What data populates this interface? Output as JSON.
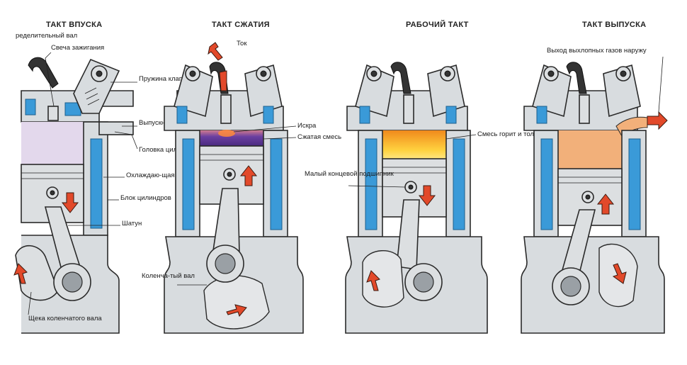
{
  "strokes": [
    {
      "title": "ТАКТ ВПУСКА",
      "mixture_color": "#e3d8ec",
      "labels": {
        "camshaft": "ределительный вал",
        "spark_plug": "Свеча зажигания",
        "valve_spring": "Пружина клапана",
        "exhaust_valve": "Выпускной клапан",
        "cylinder_head": "Головка цилиндра",
        "cooling_water": "Охлаждаю-щая вода",
        "cylinder_block": "Блок цилиндров",
        "connecting_rod": "Шатун",
        "crank_web": "Щека коленчатого вала"
      }
    },
    {
      "title": "ТАКТ СЖАТИЯ",
      "mixture_color": "#6a3fa0",
      "labels": {
        "current": "Ток",
        "spark": "Искра",
        "compressed_mixture": "Сжатая смесь",
        "crankshaft": "Коленча-тый вал"
      }
    },
    {
      "title": "РАБОЧИЙ ТАКТ",
      "mixture_color": "#f5a028",
      "labels": {
        "burning": "Смесь горит и толкает поршень вниз",
        "small_end_bearing": "Малый концевой подшипник"
      }
    },
    {
      "title": "ТАКТ ВЫПУСКА",
      "mixture_color": "#f2b07a",
      "labels": {
        "exhaust_out": "Выход выхлопных газов наружу"
      }
    }
  ],
  "colors": {
    "coolant": "#3a9ad8",
    "arrow": "#e2492a",
    "metal": "#dcdfe1"
  }
}
